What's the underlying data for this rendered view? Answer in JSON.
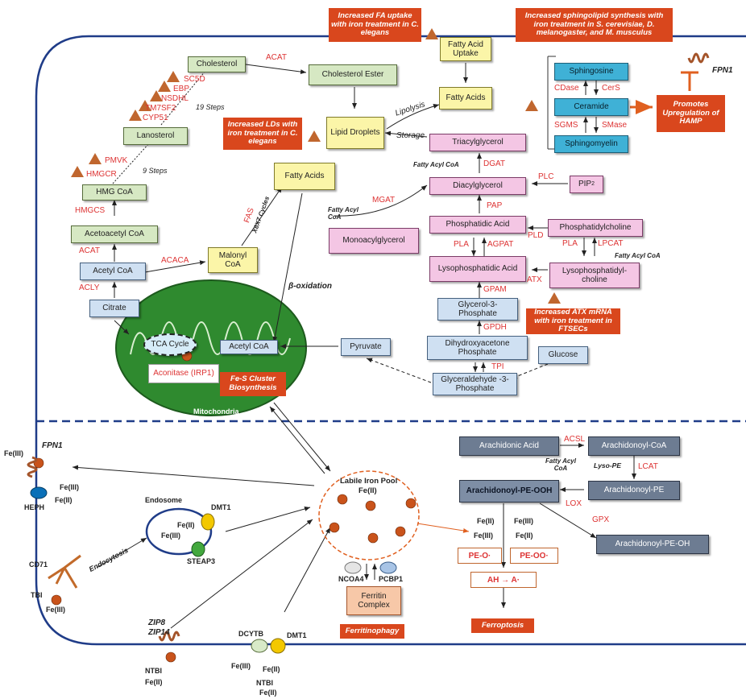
{
  "callouts": {
    "fa_uptake": "Increased FA uptake with iron treatment in C. elegans",
    "sphingolipid": "Increased sphingolipid synthesis with iron treatment in S. cerevisiae, D. melanogaster, and M. musculus",
    "lds": "Increased LDs with iron treatment in C. elegans",
    "hamp": "Promotes Upregulation of HAMP",
    "atx": "Increased ATX mRNA with iron treatment in FTSECs",
    "fes": "Fe-S Cluster Biosynthesis",
    "ferritinophagy": "Ferritinophagy",
    "ferroptosis": "Ferroptosis"
  },
  "nodes": {
    "cholesterol": "Cholesterol",
    "cholesterol_ester": "Cholesterol Ester",
    "lanosterol": "Lanosterol",
    "hmg_coa": "HMG CoA",
    "acetoacetyl_coa": "Acetoacetyl CoA",
    "acetyl_coa": "Acetyl CoA",
    "citrate": "Citrate",
    "malonyl_coa": "Malonyl CoA",
    "fatty_acids_left": "Fatty Acids",
    "fa_uptake": "Fatty Acid Uptake",
    "fatty_acids_top": "Fatty Acids",
    "lipid_droplets": "Lipid Droplets",
    "triacylglycerol": "Triacylglycerol",
    "diacylglycerol": "Diacylglycerol",
    "pip2": "PIP",
    "pip2_sub": "2",
    "monoacylglycerol": "Monoacylglycerol",
    "phosphatidic_acid": "Phosphatidic Acid",
    "phosphatidylcholine": "Phosphatidylcholine",
    "lysophosphatidic_acid": "Lysophosphatidic Acid",
    "lysophosphatidylcholine": "Lysophosphatidyl-choline",
    "glycerol3p": "Glycerol-3-Phosphate",
    "dhap": "Dihydroxyacetone Phosphate",
    "glucose": "Glucose",
    "g3p": "Glyceraldehyde -3-Phosphate",
    "pyruvate": "Pyruvate",
    "sphingosine": "Sphingosine",
    "ceramide": "Ceramide",
    "sphingomyelin": "Sphingomyelin",
    "tca": "TCA Cycle",
    "mito_acetyl_coa": "Acetyl CoA",
    "aconitase": "Aconitase (IRP1)",
    "mitochondria": "Mitochondria",
    "arachidonic_acid": "Arachidonic Acid",
    "arachidonoyl_coa": "Arachidonoyl-CoA",
    "arachidonoyl_pe": "Arachidonoyl-PE",
    "arachidonoyl_pe_ooh": "Arachidonoyl-PE-OOH",
    "arachidonoyl_pe_oh": "Arachidonoyl-PE-OH",
    "ferritin": "Ferritin Complex",
    "pe_o": "PE-O·",
    "pe_oo": "PE-OO·",
    "ah_a": "AH → A·",
    "labile_pool": "Labile Iron Pool",
    "labile_fe": "Fe(II)"
  },
  "enzymes": {
    "acat_top": "ACAT",
    "sc5d": "SC5D",
    "ebp": "EBP",
    "nsdhl": "NSDHL",
    "tm7sf2": "TM7SF2",
    "cyp51": "CYP51",
    "pmvk": "PMVK",
    "hmgcr": "HMGCR",
    "hmgcs": "HMGCS",
    "acat_left": "ACAT",
    "acaca": "ACACA",
    "acly": "ACLY",
    "fas": "FAS",
    "dgat": "DGAT",
    "plc": "PLC",
    "mgat": "MGAT",
    "pap": "PAP",
    "pld": "PLD",
    "pla_left": "PLA",
    "agpat": "AGPAT",
    "pla_right": "PLA",
    "lpcat": "LPCAT",
    "atx": "ATX",
    "gpam": "GPAM",
    "gpdh": "GPDH",
    "tpi": "TPI",
    "cdase": "CDase",
    "cers": "CerS",
    "sgms": "SGMS",
    "smase": "SMase",
    "acsl": "ACSL",
    "lcat": "LCAT",
    "lox": "LOX",
    "gpx": "GPX"
  },
  "labels": {
    "steps19": "19 Steps",
    "steps9": "9 Steps",
    "x6x7": "X6X7 Cycles",
    "lipolysis": "Lipolysis",
    "storage": "Storage",
    "fatty_acyl_coa_1": "Fatty Acyl CoA",
    "fatty_acyl_coa_2": "Fatty Acyl CoA",
    "fatty_acyl_coa_3": "Fatty Acyl CoA",
    "fatty_acyl_coa_4": "Fatty Acyl CoA",
    "beta_ox": "β-oxidation",
    "lyso_pe": "Lyso-PE",
    "fpn1_top": "FPN1",
    "fpn1_left": "FPN1",
    "fe3_left": "Fe(III)",
    "fe3_heph": "Fe(III)",
    "fe2_heph": "Fe(II)",
    "heph": "HEPH",
    "endosome": "Endosome",
    "dmt1_endo": "DMT1",
    "fe2_endo": "Fe(II)",
    "fe3_endo": "Fe(III)",
    "steap3": "STEAP3",
    "endocytosis": "Endocytosis",
    "cd71": "CD71",
    "tbi": "TBI",
    "fe3_tbi": "Fe(III)",
    "zip8": "ZIP8",
    "zip14": "ZIP14",
    "ntbi_1": "NTBI",
    "fe2_ntbi": "Fe(II)",
    "dcytb": "DCYTB",
    "dmt1_bottom": "DMT1",
    "fe3_bottom": "Fe(III)",
    "fe2_bottom": "Fe(II)",
    "ntbi_2": "NTBI",
    "fe2_bottom2": "Fe(II)",
    "ncoa4": "NCOA4",
    "pcbp1": "PCBP1",
    "fe2_a": "Fe(II)",
    "fe3_a": "Fe(III)",
    "fe3_b": "Fe(III)",
    "fe2_b": "Fe(II)"
  },
  "colors": {
    "membrane": "#1f3c88",
    "enzyme": "#dd3333",
    "callout": "#d9471d",
    "mito": "#2f8a2f",
    "iron": "#c9531b"
  }
}
